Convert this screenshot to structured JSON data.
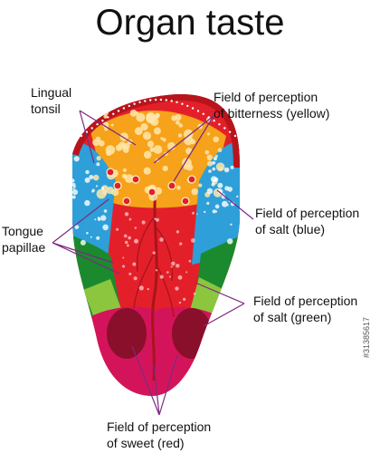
{
  "title": "Organ taste",
  "labels": {
    "lingual_tonsil": [
      "Lingual",
      "tonsil"
    ],
    "bitterness": [
      "Field of perception",
      "of bitterness (yellow)"
    ],
    "tongue_papillae": [
      "Tongue",
      "papillae"
    ],
    "salt_blue": [
      "Field of perception",
      "of salt (blue)"
    ],
    "salt_green": [
      "Field of perception",
      "of salt (green)"
    ],
    "sweet": [
      "Field of perception",
      "of sweet (red)"
    ]
  },
  "watermark": "#31385617",
  "colors": {
    "red": "#e3202a",
    "dark_red": "#b8141c",
    "yellow": "#f6a21a",
    "blue": "#2e9fd8",
    "green": "#1b8a2e",
    "light_green": "#8cc63e",
    "pink": "#d4145a",
    "maroon": "#8a0f2a",
    "leader": "#7b2a82"
  }
}
